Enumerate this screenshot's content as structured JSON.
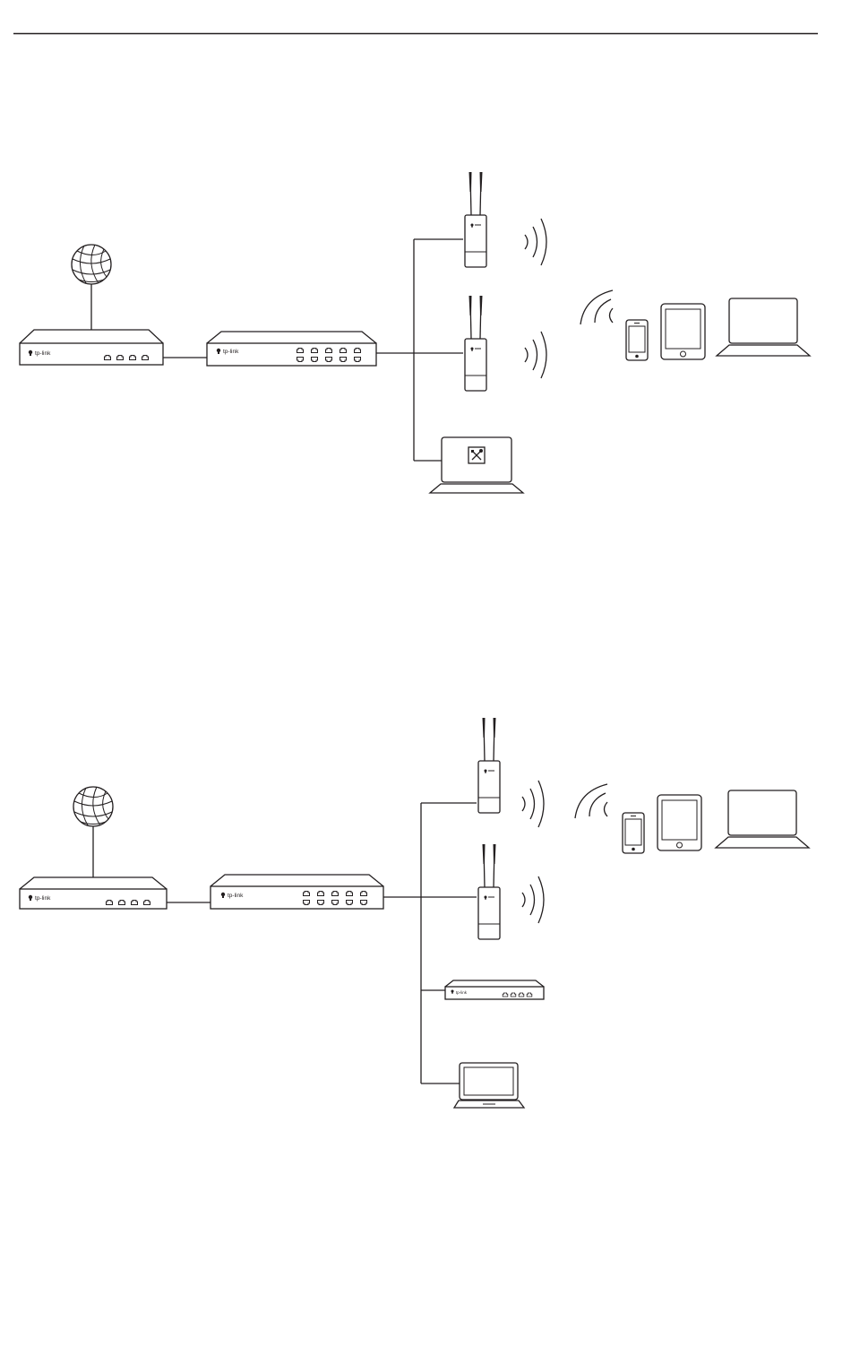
{
  "brand_label": "tp-link",
  "colors": {
    "stroke": "#231f20",
    "background": "#ffffff"
  },
  "icons": [
    "globe-icon",
    "router-icon",
    "switch-icon",
    "access-point-icon",
    "wifi-waves-icon",
    "management-laptop-icon",
    "tools-icon",
    "smartphone-icon",
    "tablet-icon",
    "laptop-icon",
    "controller-icon"
  ],
  "diagrams": [
    {
      "name": "topology-a",
      "devices": [
        "internet",
        "router",
        "switch",
        "access-point-1",
        "access-point-2",
        "management-pc",
        "smartphone",
        "tablet",
        "laptop"
      ]
    },
    {
      "name": "topology-b",
      "devices": [
        "internet",
        "router",
        "switch",
        "access-point-1",
        "access-point-2",
        "controller",
        "management-pc",
        "smartphone",
        "tablet",
        "laptop"
      ]
    }
  ]
}
